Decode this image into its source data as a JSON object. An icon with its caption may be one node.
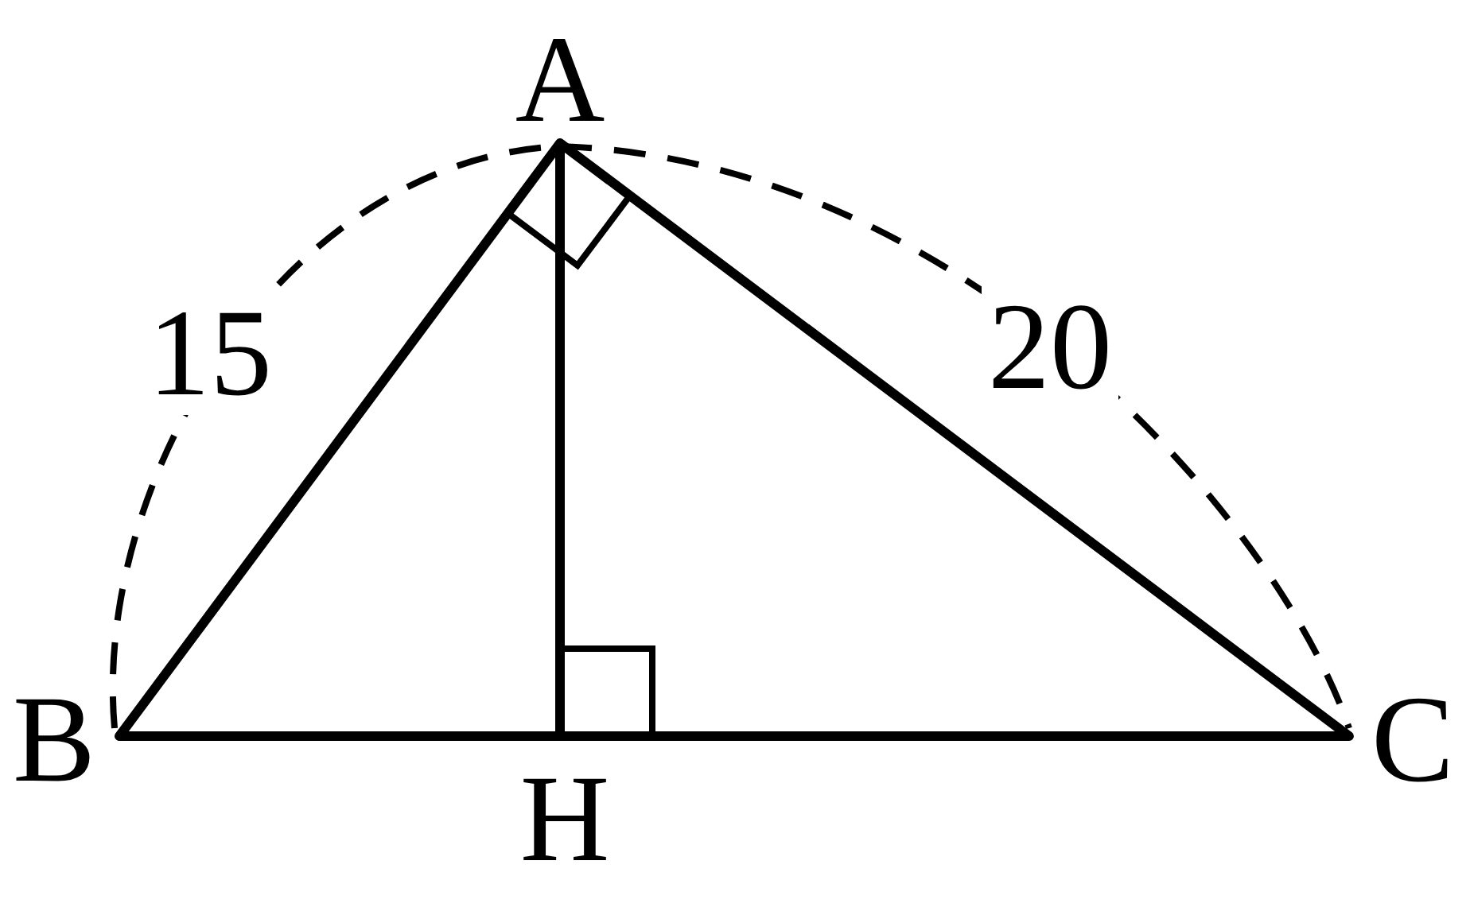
{
  "diagram": {
    "labels": [
      "A",
      "15",
      "20",
      "B",
      "C",
      "H"
    ]
  }
}
